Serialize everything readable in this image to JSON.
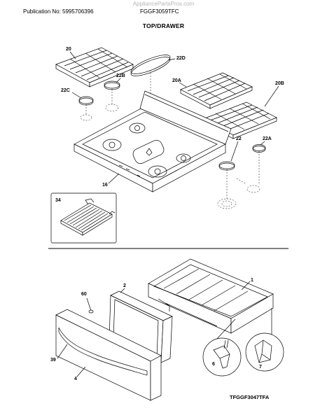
{
  "header": {
    "watermark": "AppliancePartsPros.com",
    "publication": "Publication No: 5995706396",
    "model": "FGGF3059TFC",
    "title": "TOP/DRAWER"
  },
  "footer": {
    "figure_code": "TFGGF3047TFA"
  },
  "callouts": {
    "c20": "20",
    "c22D": "22D",
    "c22B": "22B",
    "c22C": "22C",
    "c20A": "20A",
    "c20B": "20B",
    "c22": "22",
    "c22A": "22A",
    "c16": "16",
    "c34": "34",
    "c60": "60",
    "c2": "2",
    "c1": "1",
    "c39": "39",
    "c4": "4",
    "c6": "6",
    "c7": "7"
  }
}
